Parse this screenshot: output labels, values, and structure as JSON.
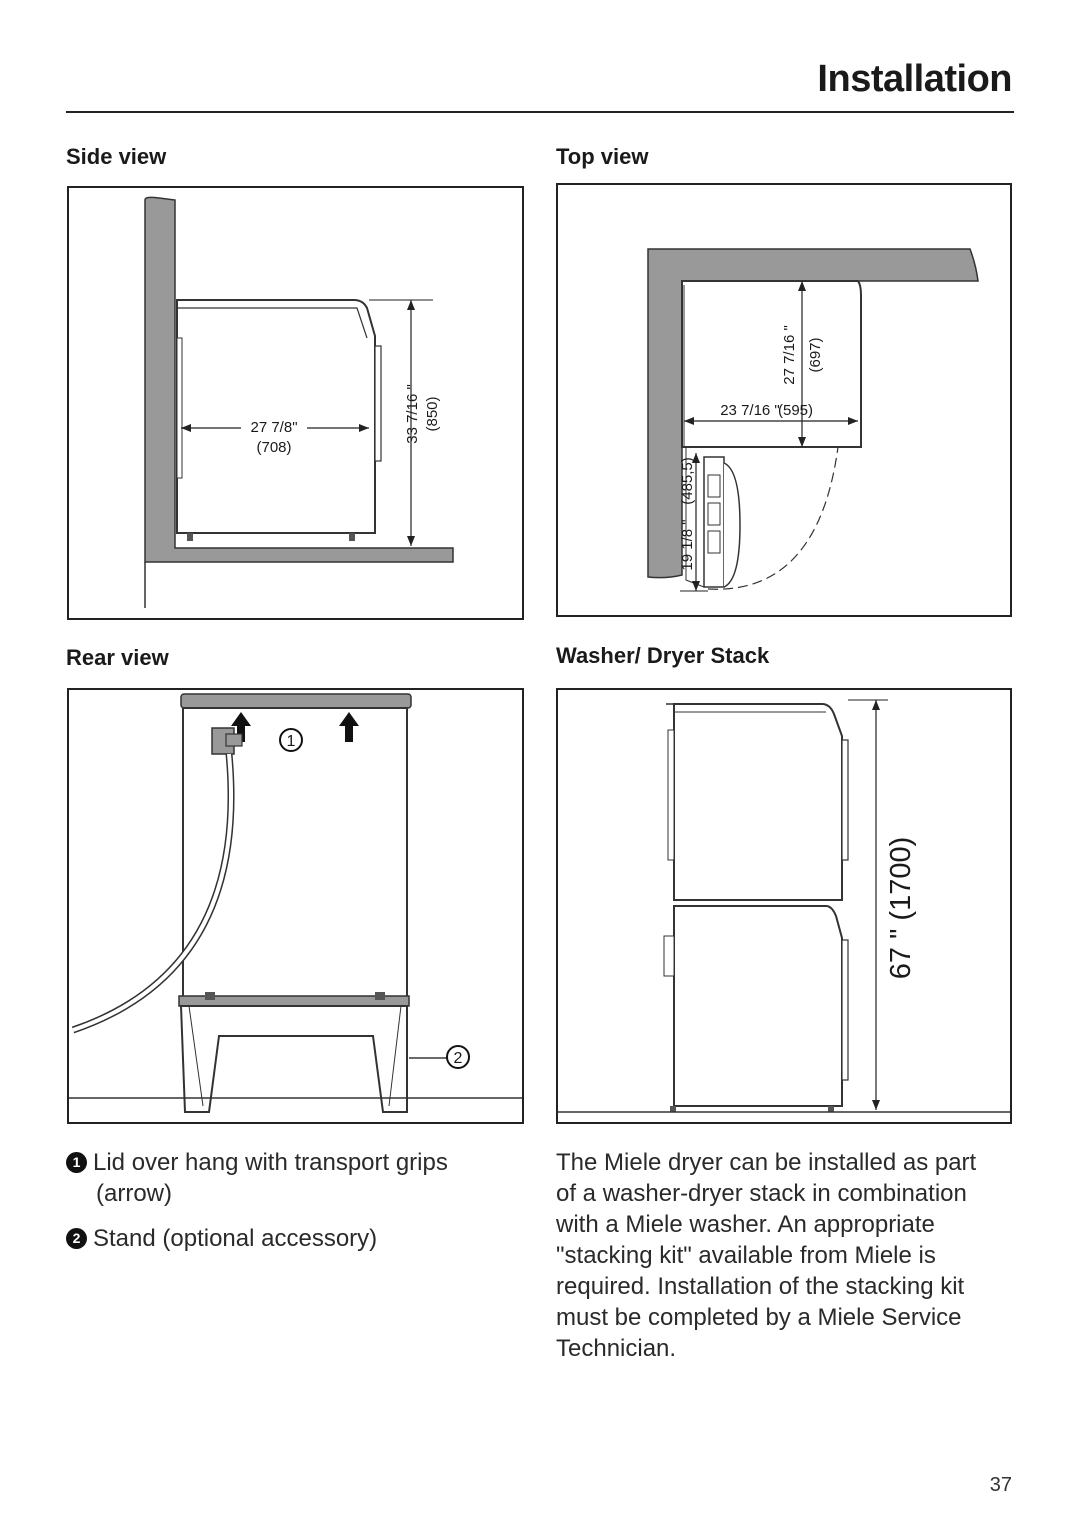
{
  "header": {
    "title": "Installation"
  },
  "sections": {
    "side_view": "Side view",
    "top_view": "Top view",
    "rear_view": "Rear view",
    "stack": "Washer/ Dryer Stack"
  },
  "side_view": {
    "depth_in": "27 7/8\"",
    "depth_mm": "(708)",
    "height_in": "33 7/16 \"",
    "height_mm": "(850)"
  },
  "top_view": {
    "depth_in": "27 7/16 \"",
    "depth_mm": "(697)",
    "width_in": "23 7/16 \"",
    "width_mm": "(595)",
    "door_in": "19 1/8 \"",
    "door_mm": "(485,5)"
  },
  "rear_view": {
    "marker_1": "1",
    "marker_2": "2"
  },
  "stack_view": {
    "height": "67 \" (1700)"
  },
  "legend": [
    {
      "num": "1",
      "text": "Lid over hang with transport grips",
      "text2": "(arrow)"
    },
    {
      "num": "2",
      "text": "Stand (optional accessory)"
    }
  ],
  "description": [
    "The Miele dryer can be installed as part",
    "of a washer-dryer stack in combination",
    "with a Miele washer. An appropriate",
    "\"stacking kit\" available from Miele is",
    "required. Installation of the stacking kit",
    "must be completed by a Miele Service",
    "Technician."
  ],
  "footer": {
    "page_number": "37"
  }
}
